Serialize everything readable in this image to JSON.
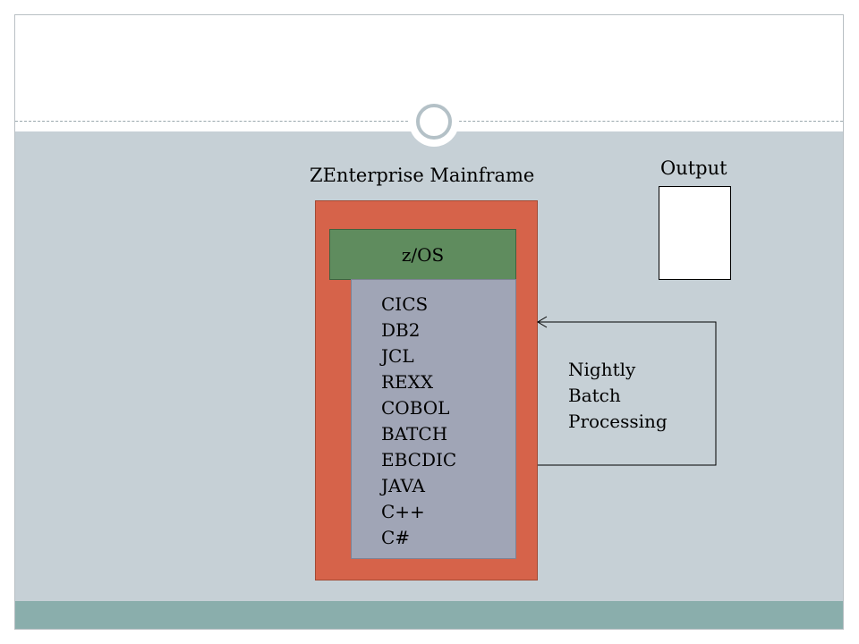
{
  "diagram": {
    "mainframe_title": "ZEnterprise Mainframe",
    "os_label": "z/OS",
    "applications": [
      "CICS",
      "DB2",
      "JCL",
      "REXX",
      "COBOL",
      "BATCH",
      "EBCDIC",
      "JAVA",
      "C++",
      "C#"
    ],
    "output_label": "Output",
    "process_lines": [
      "Nightly",
      "Batch",
      "Processing"
    ]
  },
  "colors": {
    "mainframe": "#d6634a",
    "os": "#5f8c5e",
    "apps": "#a0a5b6",
    "content_band": "#c6d0d6",
    "footer_band": "#8aaeac"
  }
}
